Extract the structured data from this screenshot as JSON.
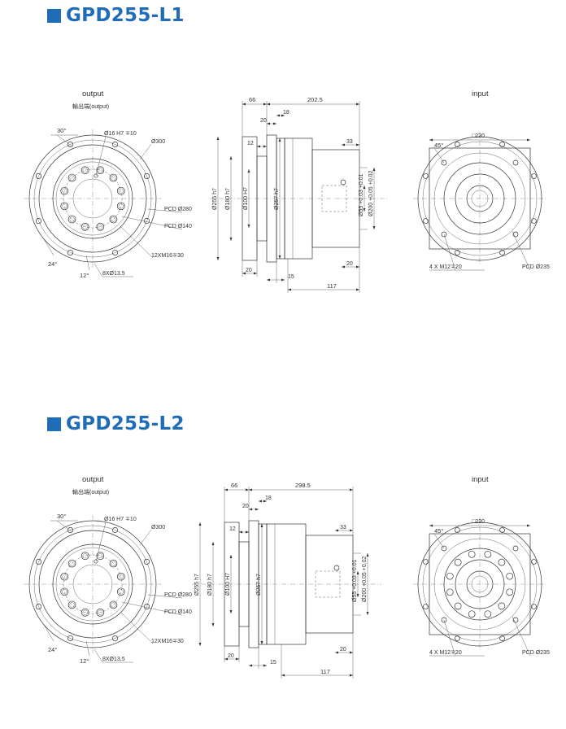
{
  "sections": [
    {
      "title": "GPD255-L1",
      "output_label": "output",
      "output_sublabel": "輸出端(output)",
      "input_label": "input",
      "output_view": {
        "angle_30": "30°",
        "hole": "Ø16 H7 ∓10",
        "dia300": "Ø300",
        "pcd280": "PCD Ø280",
        "pcd140": "PCD Ø140",
        "thread": "12XM16∓30",
        "angle_24": "24°",
        "angle_12": "12°",
        "holes8": "8XØ13.5"
      },
      "side_view": {
        "d66": "66",
        "d202": "202.5",
        "d18": "18",
        "d20a": "20",
        "d12": "12",
        "d33": "33",
        "dia255": "Ø255 h7",
        "dia180": "Ø180 h7",
        "dia100": "Ø100 H7",
        "dia257": "Ø257 h7",
        "tol1": "Ø55 +0.03 +0.01",
        "tol2": "Ø200 +0.05 +0.02",
        "d20b": "20",
        "d15": "15",
        "d20c": "20",
        "d117": "117"
      },
      "input_view": {
        "sq220": "□220",
        "angle_45": "45°",
        "thread": "4 X M12∓20",
        "pcd235": "PCD Ø235"
      }
    },
    {
      "title": "GPD255-L2",
      "output_label": "output",
      "output_sublabel": "輸出端(output)",
      "input_label": "input",
      "output_view": {
        "angle_30": "30°",
        "hole": "Ø16 H7 ∓10",
        "dia300": "Ø300",
        "pcd280": "PCD Ø280",
        "pcd140": "PCD Ø140",
        "thread": "12XM16∓30",
        "angle_24": "24°",
        "angle_12": "12°",
        "holes8": "8XØ13.5"
      },
      "side_view": {
        "d66": "66",
        "d202": "298.5",
        "d18": "18",
        "d20a": "20",
        "d12": "12",
        "d33": "33",
        "dia255": "Ø255 h7",
        "dia180": "Ø180 h7",
        "dia100": "Ø100 H7",
        "dia257": "Ø257 h7",
        "tol1": "Ø55 +0.03 +0.01",
        "tol2": "Ø200 +0.05 +0.02",
        "d20b": "20",
        "d15": "15",
        "d20c": "20",
        "d117": "117"
      },
      "input_view": {
        "sq220": "□220",
        "angle_45": "45°",
        "thread": "4 X M12∓20",
        "pcd235": "PCD Ø235"
      }
    }
  ],
  "colors": {
    "title": "#1f6db6",
    "line": "#333333"
  }
}
